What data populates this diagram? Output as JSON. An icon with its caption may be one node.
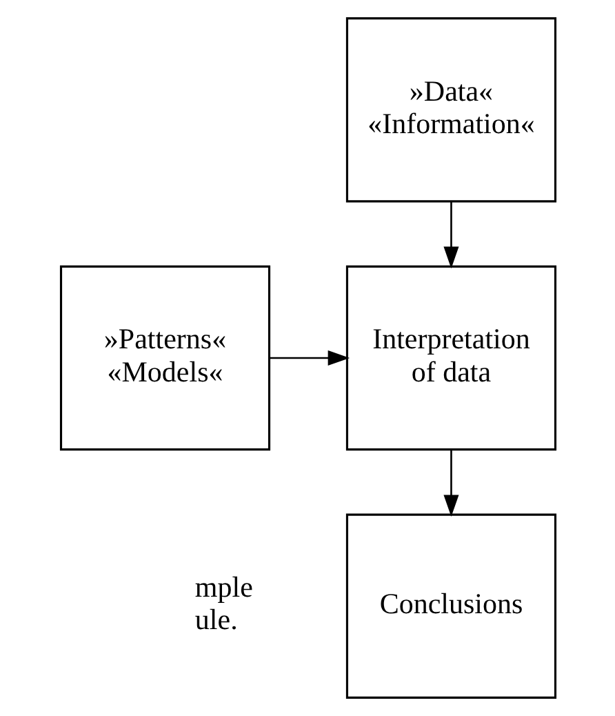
{
  "diagram": {
    "nodes": [
      {
        "text": [
          "»Data« «Information«"
        ]
      },
      {
        "text": [
          "»Patterns« «Models«"
        ]
      },
      {
        "text": [
          "Interpretation of data"
        ]
      },
      {
        "text": [
          "Conclusions"
        ]
      }
    ],
    "edges": [
      {
        "from": 0,
        "to": 2,
        "arrow": "to"
      },
      {
        "from": 1,
        "to": 2,
        "arrow": "to"
      },
      {
        "from": 2,
        "to": 3,
        "arrow": "to"
      }
    ],
    "labels": [
      "mple",
      "ule."
    ]
  }
}
